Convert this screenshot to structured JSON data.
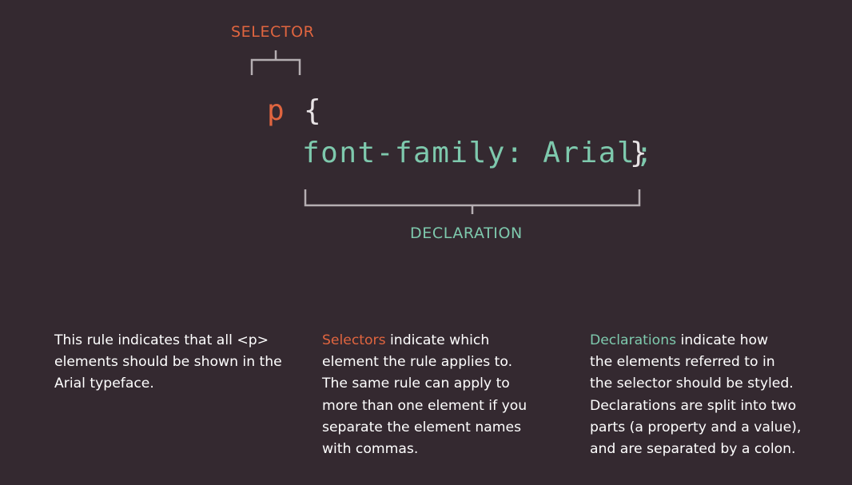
{
  "diagram": {
    "selector_label": "SELECTOR",
    "declaration_label": "DECLARATION",
    "code": {
      "selector": "p",
      "open_brace": "{",
      "declaration": "font-family: Arial;",
      "close_brace": "}"
    }
  },
  "columns": [
    {
      "lines": [
        "This rule indicates that all <p>",
        "elements should be shown in the",
        "Arial typeface."
      ]
    },
    {
      "highlight": "Selectors",
      "first_line_rest": " indicate which",
      "lines": [
        "element the rule applies to.",
        "The same rule can apply to",
        "more than one element if you",
        "separate the element names",
        "with commas."
      ]
    },
    {
      "highlight": "Declarations",
      "first_line_rest": " indicate how",
      "lines": [
        "the elements referred to in",
        "the selector should be styled.",
        "Declarations are split into two",
        "parts (a property and a value),",
        "and are separated by a colon."
      ]
    }
  ],
  "colors": {
    "background": "#342930",
    "selector_accent": "#e0653f",
    "declaration_accent": "#7ec9ad",
    "bracket": "#b5aeb2"
  }
}
